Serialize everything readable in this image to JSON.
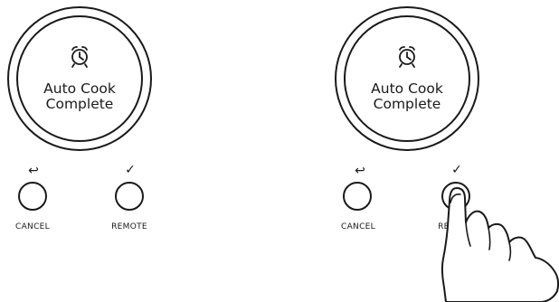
{
  "panels": [
    {
      "id": "before",
      "display_line1": "Auto Cook",
      "display_line2": "Complete",
      "cancel_icon": "↩",
      "remote_icon": "✓",
      "cancel_label": "CANCEL",
      "remote_label": "REMOTE",
      "hand_pressing": false
    },
    {
      "id": "after",
      "display_line1": "Auto Cook",
      "display_line2": "Complete",
      "cancel_icon": "↩",
      "remote_icon": "✓",
      "cancel_label": "CANCEL",
      "remote_label": "REMOTE",
      "hand_pressing": true
    }
  ],
  "icons": {
    "display_icon": "alarm-clock-icon",
    "cancel": "back-arrow-icon",
    "remote": "checkmark-icon"
  },
  "colors": {
    "stroke": "#1a1a1a",
    "background": "#ffffff"
  }
}
